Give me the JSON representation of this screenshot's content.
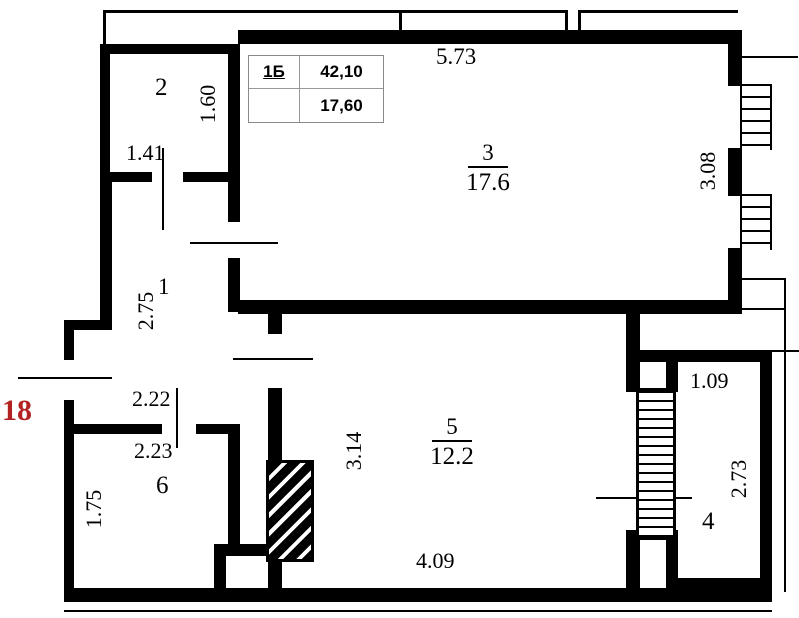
{
  "plan": {
    "apartment_number": "18",
    "title_block": {
      "unit_type": "1Б",
      "total_area": "42,10",
      "living_area": "17,60"
    },
    "rooms": [
      {
        "number": "1",
        "length": "2.75",
        "width": "2.22"
      },
      {
        "number": "2",
        "width": "1.41",
        "height": "1.60"
      },
      {
        "number": "3",
        "area": "17.6",
        "width": "5.73",
        "height": "3.08"
      },
      {
        "number": "4",
        "width": "1.09",
        "height": "2.73"
      },
      {
        "number": "5",
        "area": "12.2",
        "width": "4.09",
        "height": "3.14"
      },
      {
        "number": "6",
        "width": "2.23",
        "height": "1.75"
      }
    ],
    "colors": {
      "apartment_number_red": "#b22222"
    }
  }
}
